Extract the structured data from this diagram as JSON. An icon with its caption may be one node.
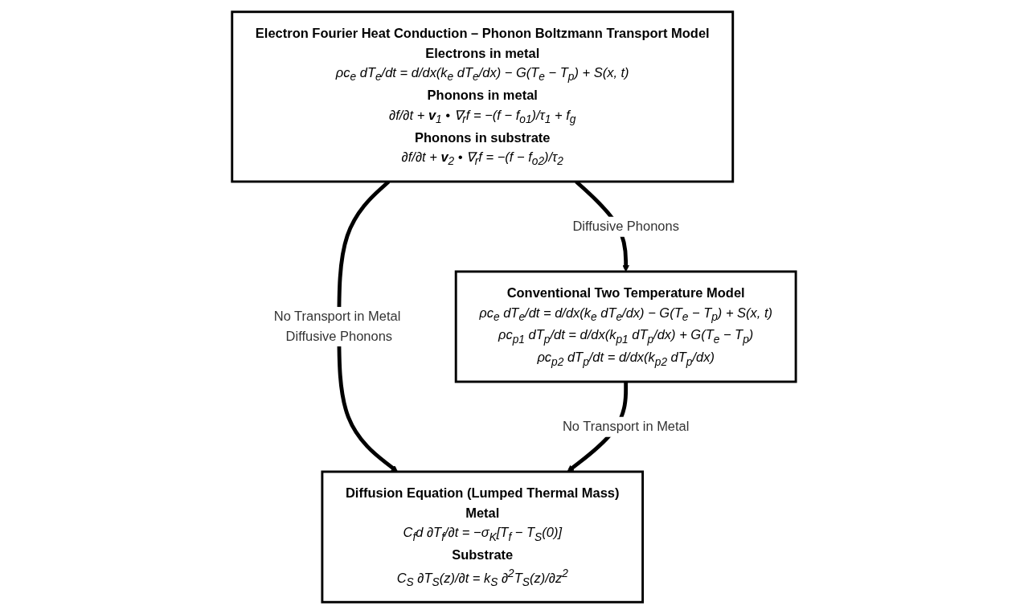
{
  "diagram": {
    "nodes": [
      {
        "text": [
          "Electron Fourier Heat Conduction – Phonon Boltzmann Transport Model",
          "Electrons in metal",
          "ρc$_{e}$ dT$_{e}$/dt = d/dx(k$_{e}$ dT$_{e}$/dx) − G(T$_{e}$ − T$_{p}$) + S(x, t)",
          "Phonons in metal",
          "∂f/∂t + **v**$_{1}$ • ∇$_{r}$f = −(f − f$_{o1}$)/τ$_{1}$ + f$_{g}$",
          "Phonons in substrate",
          "∂f/∂t + **v**$_{2}$ • ∇$_{r}$f = −(f − f$_{o2}$)/τ$_{2}$"
        ]
      },
      {
        "text": [
          "Conventional Two Temperature Model",
          "ρc$_{e}$ dT$_{e}$/dt = d/dx(k$_{e}$ dT$_{e}$/dx) − G(T$_{e}$ − T$_{p}$) + S(x, t)",
          "ρc$_{p1}$ dT$_{p}$/dt = d/dx(k$_{p1}$ dT$_{p}$/dx) + G(T$_{e}$ − T$_{p}$)",
          "ρc$_{p2}$ dT$_{p}$/dt = d/dx(k$_{p2}$ dT$_{p}$/dx)"
        ]
      },
      {
        "text": [
          "Diffusion Equation (Lumped Thermal Mass)",
          "Metal",
          "C$_{f}$d ∂T$_{f}$/∂t = −σ$_{K}$[T$_{f}$ − T$_{S}$(0)]",
          "Substrate",
          "C$_{S}$ ∂T$_{S}$(z)/∂t = k$_{S}$ ∂$^{2}$T$_{S}$(z)/∂z$^{2}$"
        ]
      }
    ],
    "edges": [
      {
        "from": 0,
        "to": 1,
        "arrow": "to",
        "label": "Diffusive Phonons"
      },
      {
        "from": 0,
        "to": 2,
        "arrow": "to",
        "label": "No Transport in Metal Diffusive Phonons"
      },
      {
        "from": 1,
        "to": 2,
        "arrow": "to",
        "label": "No Transport in Metal"
      }
    ]
  }
}
